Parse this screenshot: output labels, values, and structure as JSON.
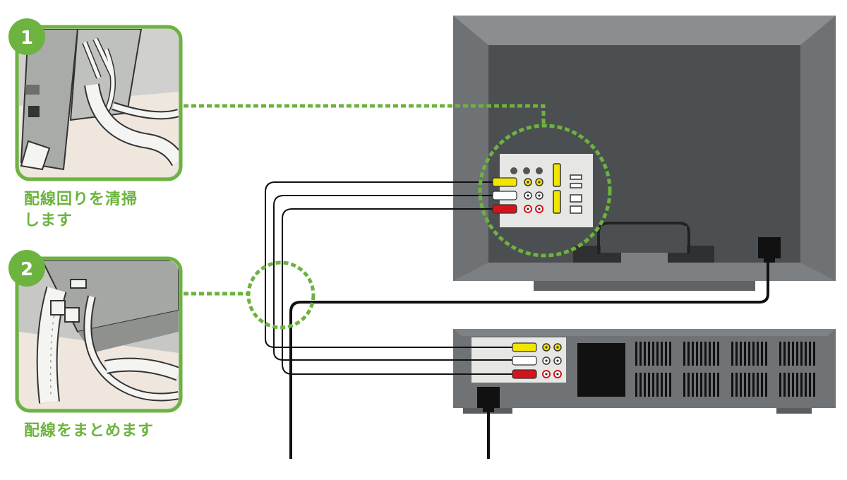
{
  "steps": [
    {
      "number": "1",
      "caption_lines": [
        "配線回りを清掃",
        "します"
      ]
    },
    {
      "number": "2",
      "caption_lines": [
        "配線をまとめます"
      ]
    }
  ],
  "colors": {
    "accent_green": "#6cb33f",
    "tv_frame": "#7c8083",
    "tv_frame_dark": "#5f6366",
    "tv_screen": "#4c4f52",
    "device_body": "#6f7376",
    "panel": "#e6e6e4",
    "cable_yellow": "#f2e500",
    "cable_red": "#d4141a",
    "cable_white": "#ffffff"
  },
  "icons": [
    "av-cable-plug",
    "power-plug",
    "hdmi-port",
    "ventilation-grille"
  ]
}
